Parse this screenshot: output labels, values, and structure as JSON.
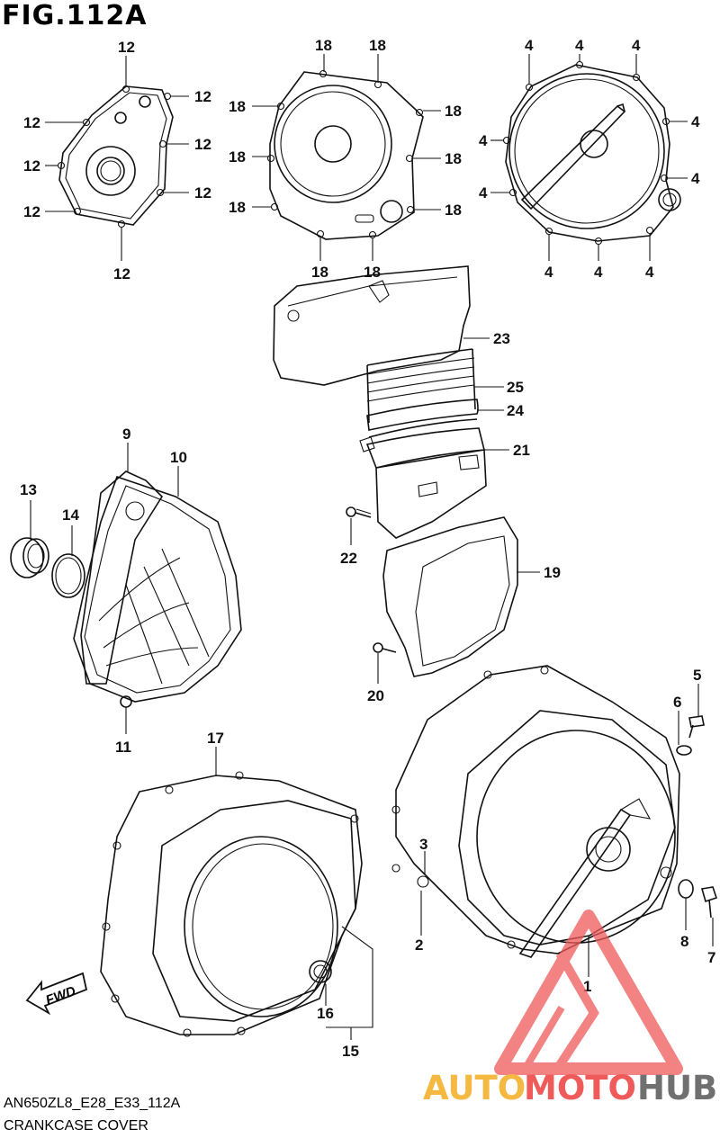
{
  "figure": {
    "title": "FIG.112A",
    "model_code": "AN650ZL8_E28_E33_112A",
    "section": "CRANKCASE COVER"
  },
  "callouts": {
    "c1": "1",
    "c2": "2",
    "c3": "3",
    "c4": "4",
    "c5": "5",
    "c6": "6",
    "c7": "7",
    "c8": "8",
    "c9": "9",
    "c10": "10",
    "c11": "11",
    "c12": "12",
    "c13": "13",
    "c14": "14",
    "c15": "15",
    "c16": "16",
    "c17": "17",
    "c18": "18",
    "c19": "19",
    "c20": "20",
    "c21": "21",
    "c22": "22",
    "c23": "23",
    "c24": "24",
    "c25": "25"
  },
  "direction_tag": "FWD",
  "watermark": {
    "part1": "AUTO",
    "part2": "MOTO",
    "part3": "HUB",
    "color_orange": "#f5b942",
    "color_red": "#ef5a5a",
    "color_gray": "#707070"
  },
  "colors": {
    "ink": "#111111",
    "background": "#ffffff"
  }
}
